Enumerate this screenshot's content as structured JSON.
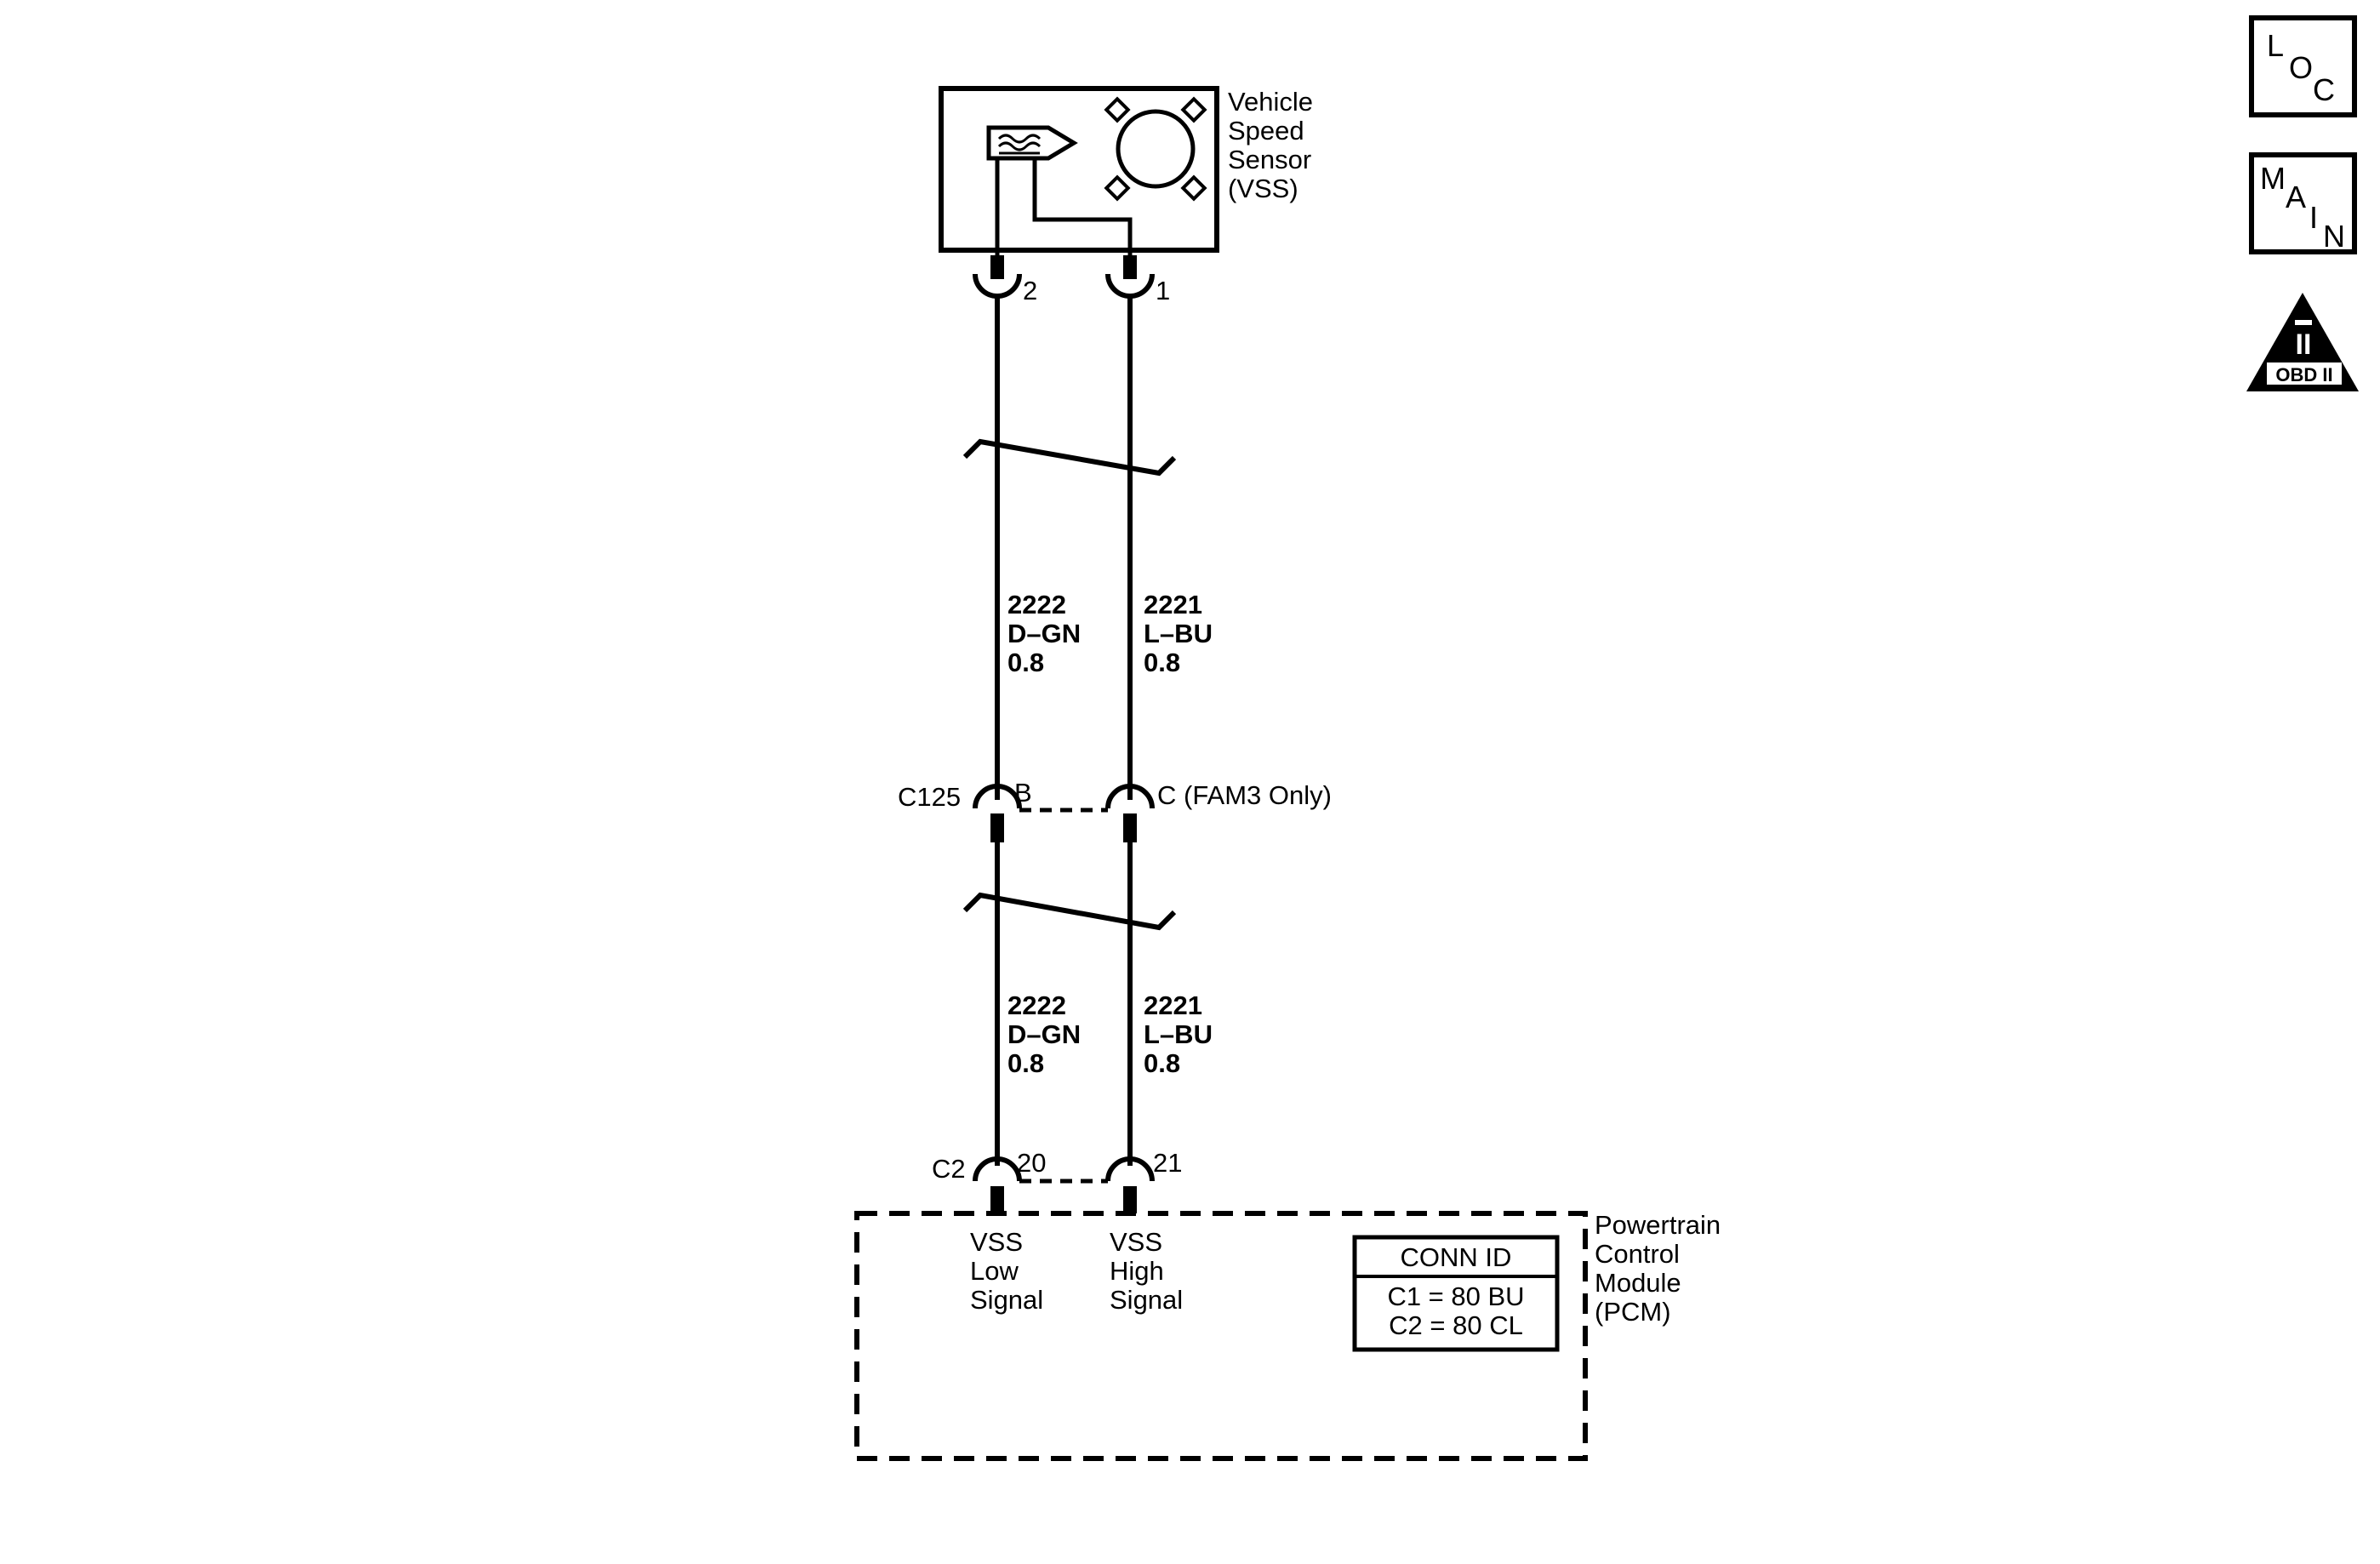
{
  "sensor": {
    "lines": [
      "Vehicle",
      "Speed",
      "Sensor",
      "(VSS)"
    ],
    "pin_left": "2",
    "pin_right": "1"
  },
  "wires": {
    "upper": {
      "left": [
        "2222",
        "D–GN",
        "0.8"
      ],
      "right": [
        "2221",
        "L–BU",
        "0.8"
      ]
    },
    "lower": {
      "left": [
        "2222",
        "D–GN",
        "0.8"
      ],
      "right": [
        "2221",
        "L–BU",
        "0.8"
      ]
    }
  },
  "connector_c125": {
    "name": "C125",
    "pin_left": "B",
    "pin_right": "C (FAM3 Only)"
  },
  "connector_c2": {
    "name": "C2",
    "pin_left": "20",
    "pin_right": "21"
  },
  "pcm": {
    "lines": [
      "Powertrain",
      "Control",
      "Module",
      "(PCM)"
    ],
    "signal_left": [
      "VSS",
      "Low",
      "Signal"
    ],
    "signal_right": [
      "VSS",
      "High",
      "Signal"
    ],
    "conn_id": {
      "title": "CONN ID",
      "rows": [
        "C1 = 80 BU",
        "C2 = 80 CL"
      ]
    }
  },
  "side_icons": {
    "loc": [
      "L",
      "O",
      "C"
    ],
    "main": [
      "M",
      "A",
      "I",
      "N"
    ],
    "obd": {
      "numeral": "II",
      "label": "OBD II"
    }
  }
}
